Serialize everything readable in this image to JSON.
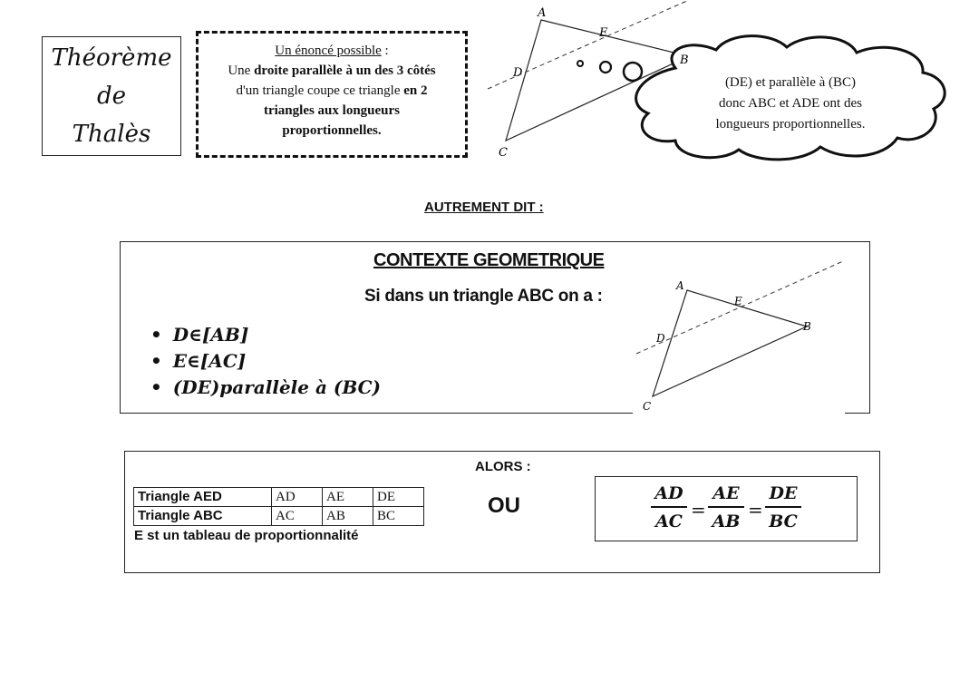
{
  "title": {
    "line1": "Théorème",
    "line2": "de",
    "line3": "Thalès"
  },
  "statement": {
    "heading": "Un énoncé possible",
    "heading_suffix": " :",
    "p1": "Une ",
    "p1_bold": "droite parallèle à un des 3 côtés",
    "p2": "d'un triangle coupe ce triangle ",
    "p2_bold": "en 2",
    "p3_bold": "triangles aux longueurs",
    "p4_bold": "proportionnelles."
  },
  "cloud": {
    "line1": "(DE) et parallèle à (BC)",
    "line2": "donc ABC et ADE ont des",
    "line3": "longueurs proportionnelles."
  },
  "figure_labels": {
    "a": "A",
    "b": "B",
    "c": "C",
    "d": "D",
    "e": "E"
  },
  "autrement": "AUTREMENT DIT :",
  "context": {
    "title": "CONTEXTE GEOMETRIQUE",
    "subtitle": "Si dans un triangle ABC on a :",
    "conditions": [
      "D∈[AB]",
      "E∈[AC]",
      "(DE)parallèle à (BC)"
    ]
  },
  "conclusion": {
    "alors": "ALORS :",
    "ou": "OU",
    "table": {
      "rows": [
        {
          "label": "Triangle AED",
          "cells": [
            "AD",
            "AE",
            "DE"
          ]
        },
        {
          "label": "Triangle ABC",
          "cells": [
            "AC",
            "AB",
            "BC"
          ]
        }
      ]
    },
    "table_caption": "E st un tableau de proportionnalité",
    "ratios": [
      {
        "num": "AD",
        "den": "AC"
      },
      {
        "num": "AE",
        "den": "AB"
      },
      {
        "num": "DE",
        "den": "BC"
      }
    ],
    "equals": "="
  }
}
